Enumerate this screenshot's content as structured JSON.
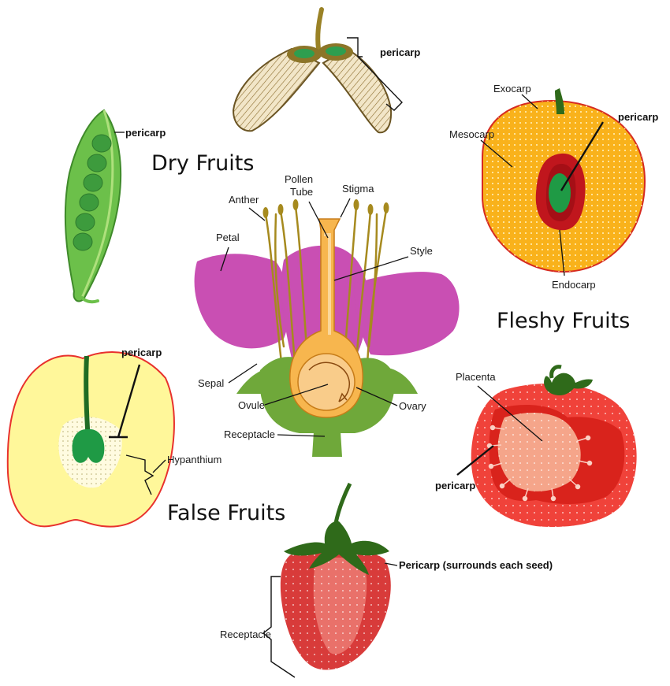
{
  "headings": {
    "dry": "Dry Fruits",
    "fleshy": "Fleshy Fruits",
    "false_fruits": "False Fruits"
  },
  "labels": {
    "maple_pericarp": "pericarp",
    "pea_pericarp": "pericarp",
    "peach_exocarp": "Exocarp",
    "peach_mesocarp": "Mesocarp",
    "peach_pericarp": "pericarp",
    "peach_endocarp": "Endocarp",
    "flower_pollen_tube_1": "Pollen",
    "flower_pollen_tube_2": "Tube",
    "flower_stigma": "Stigma",
    "flower_anther": "Anther",
    "flower_petal": "Petal",
    "flower_style": "Style",
    "flower_sepal": "Sepal",
    "flower_ovule": "Ovule",
    "flower_ovary": "Ovary",
    "flower_receptacle": "Receptacle",
    "apple_pericarp": "pericarp",
    "apple_hypanthium": "Hypanthium",
    "tomato_placenta": "Placenta",
    "tomato_pericarp": "pericarp",
    "strawberry_pericarp": "Pericarp (surrounds each seed)",
    "strawberry_receptacle": "Receptacle"
  },
  "colors": {
    "pea_pod": "#6cc04a",
    "pea_seed": "#3d9b3d",
    "maple_wing": "#f1e4c4",
    "maple_seed": "#2e9e4f",
    "peach_flesh": "#f9b21b",
    "peach_endocarp": "#c0161d",
    "peach_seed": "#1f9a45",
    "petal": "#c94fb3",
    "sepal": "#6fa83a",
    "pistil": "#f7b64e",
    "ovary": "#f9cc8a",
    "anther": "#a68a1e",
    "apple_flesh": "#fff79a",
    "apple_skin": "#e8312d",
    "tomato": "#f0423a",
    "tomato_inner": "#d9231c",
    "strawberry": "#d83b3a",
    "leaf": "#356b1f"
  }
}
